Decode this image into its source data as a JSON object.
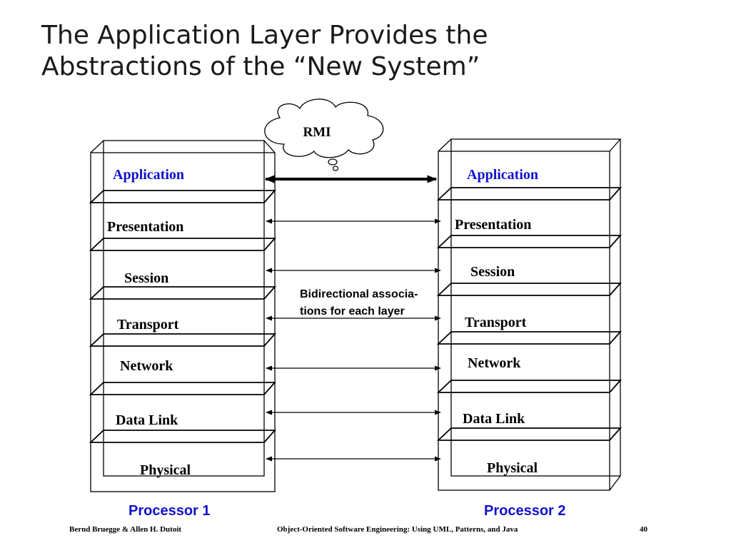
{
  "title": {
    "line1": "The Application Layer Provides the",
    "line2": "Abstractions of the “New System”"
  },
  "diagram": {
    "rmi_label": "RMI",
    "note": {
      "line1": "Bidirectional associa-",
      "line2": "tions for each layer"
    },
    "processors": [
      {
        "name": "Processor 1",
        "layers": [
          "Application",
          "Presentation",
          "Session",
          "Transport",
          "Network",
          "Data Link",
          "Physical"
        ]
      },
      {
        "name": "Processor 2",
        "layers": [
          "Application",
          "Presentation",
          "Session",
          "Transport",
          "Network",
          "Data Link",
          "Physical"
        ]
      }
    ],
    "colors": {
      "application": "#1111cc",
      "processor": "#1111cc",
      "lines": "#000000"
    }
  },
  "footer": {
    "authors": "Bernd Bruegge & Allen H. Dutoit",
    "book": "Object-Oriented Software Engineering: Using UML, Patterns, and Java",
    "page": "40"
  }
}
